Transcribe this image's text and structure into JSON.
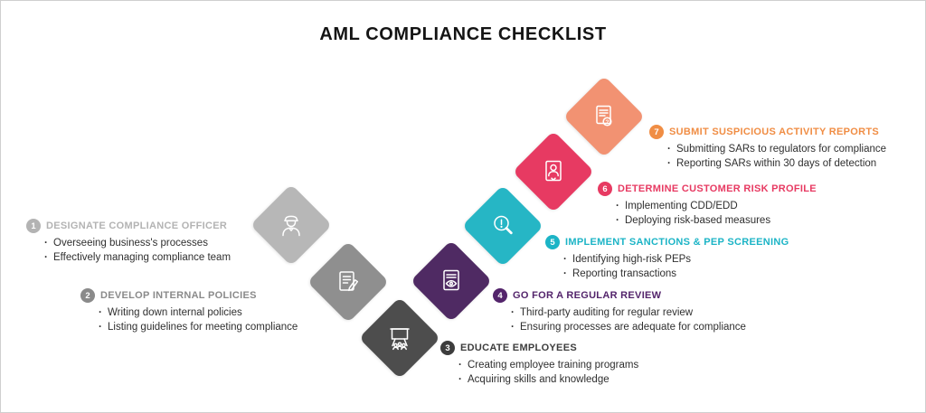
{
  "title": "AML COMPLIANCE CHECKLIST",
  "steps": [
    {
      "number": "1",
      "heading": "DESIGNATE COMPLIANCE OFFICER",
      "color": "#b7b7b7",
      "label_color": "#b3b3b3",
      "icon": "compliance-officer-icon",
      "bullets": [
        "Overseeing business's processes",
        "Effectively managing compliance team"
      ]
    },
    {
      "number": "2",
      "heading": "DEVELOP INTERNAL POLICIES",
      "color": "#8f8f8f",
      "label_color": "#8a8a8a",
      "icon": "internal-policies-document-icon",
      "bullets": [
        "Writing down internal policies",
        "Listing guidelines for meeting compliance"
      ]
    },
    {
      "number": "3",
      "heading": "EDUCATE EMPLOYEES",
      "color": "#4d4d4d",
      "label_color": "#3d3d3d",
      "icon": "employee-training-icon",
      "bullets": [
        "Creating employee training programs",
        "Acquiring skills and knowledge"
      ]
    },
    {
      "number": "4",
      "heading": "GO FOR A REGULAR REVIEW",
      "color": "#4f2a63",
      "label_color": "#53246b",
      "icon": "regular-review-document-icon",
      "bullets": [
        "Third-party auditing for regular review",
        "Ensuring processes are adequate for compliance"
      ]
    },
    {
      "number": "5",
      "heading": "IMPLEMENT SANCTIONS & PEP SCREENING",
      "color": "#26b6c5",
      "label_color": "#1cb4c6",
      "icon": "sanctions-screening-magnifier-icon",
      "bullets": [
        "Identifying high-risk PEPs",
        "Reporting transactions"
      ]
    },
    {
      "number": "6",
      "heading": "DETERMINE CUSTOMER RISK PROFILE",
      "color": "#e73a62",
      "label_color": "#e73a62",
      "icon": "customer-risk-profile-icon",
      "bullets": [
        "Implementing CDD/EDD",
        "Deploying risk-based measures"
      ]
    },
    {
      "number": "7",
      "heading": "SUBMIT SUSPICIOUS ACTIVITY REPORTS",
      "color": "#f29272",
      "label_color": "#f08d44",
      "icon": "suspicious-activity-report-icon",
      "bullets": [
        "Submitting SARs to regulators for compliance",
        "Reporting SARs within 30 days of detection"
      ]
    }
  ]
}
